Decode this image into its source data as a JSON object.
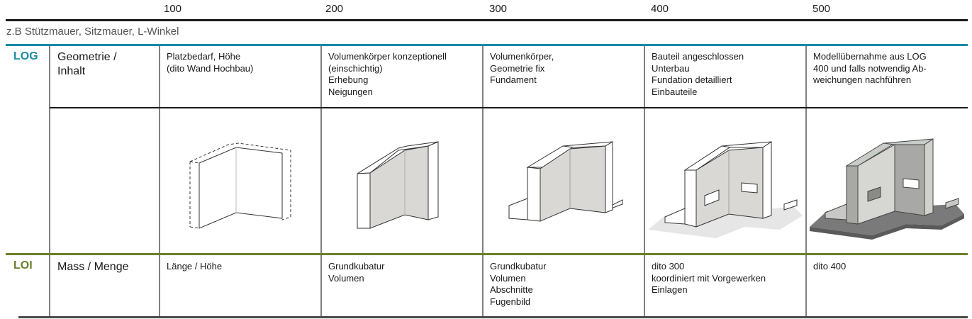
{
  "levels": [
    "100",
    "200",
    "300",
    "400",
    "500"
  ],
  "subtitle": "z.B Stützmauer, Sitzmauer, L-Winkel",
  "colors": {
    "log": "#1a8aa6",
    "loi": "#6b7f2a",
    "wall_face": "#d9d8d4",
    "wall_dark": "#a8a8a6",
    "base_light": "#e6e6e6",
    "base_dark": "#7a7a7a"
  },
  "log": {
    "tag": "LOG",
    "category": "Geometrie /\nInhalt",
    "cells": [
      "Platzbedarf, Höhe\n(dito Wand Hochbau)",
      "Volumenkörper konzeptionell\n(einschichtig)\nErhebung\nNeigungen",
      "Volumenkörper,\nGeometrie fix\nFundament",
      "Bauteil angeschlossen\nUnterbau\nFundation detailliert\nEinbauteile",
      "Modellübernahme aus LOG\n400 und falls notwendig Ab-\nweichungen nachführen"
    ],
    "drawings": [
      "l-wall-outline-dashed-icon",
      "l-wall-sloped-shaded-icon",
      "l-wall-with-footing-icon",
      "l-wall-openings-base-icon",
      "l-wall-rendered-full-icon"
    ]
  },
  "loi": {
    "tag": "LOI",
    "category": "Mass / Menge",
    "cells": [
      "Länge / Höhe",
      "Grundkubatur\nVolumen",
      "Grundkubatur\nVolumen\nAbschnitte\nFugenbild",
      "dito 300\nkoordiniert mit Vorgewerken\nEinlagen",
      "dito 400"
    ]
  }
}
